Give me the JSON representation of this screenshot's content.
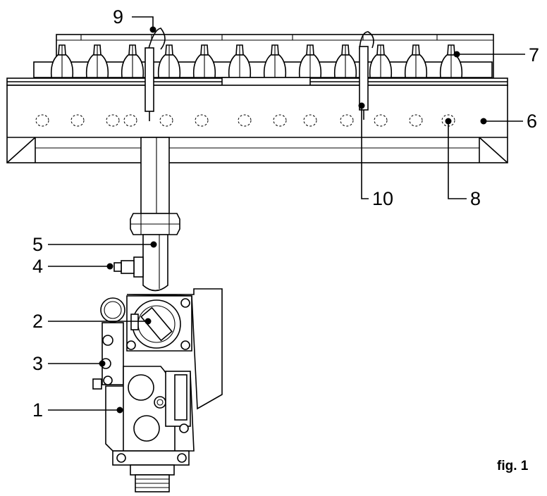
{
  "diagram": {
    "figure_label": "fig. 1",
    "callouts": [
      {
        "id": "1",
        "label": "1"
      },
      {
        "id": "2",
        "label": "2"
      },
      {
        "id": "3",
        "label": "3"
      },
      {
        "id": "4",
        "label": "4"
      },
      {
        "id": "5",
        "label": "5"
      },
      {
        "id": "6",
        "label": "6"
      },
      {
        "id": "7",
        "label": "7"
      },
      {
        "id": "8",
        "label": "8"
      },
      {
        "id": "9",
        "label": "9"
      },
      {
        "id": "10",
        "label": "10"
      }
    ]
  }
}
